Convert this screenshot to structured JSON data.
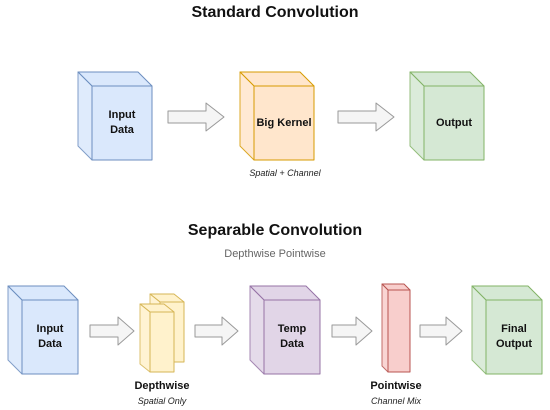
{
  "colors": {
    "input_fill": "#dae8fc",
    "input_stroke": "#6c8ebf",
    "kernel_fill": "#ffe6cc",
    "kernel_stroke": "#d79b00",
    "output_fill": "#d5e8d4",
    "output_stroke": "#82b366",
    "depthwise_fill": "#fff2cc",
    "depthwise_stroke": "#d6b656",
    "temp_fill": "#e1d5e7",
    "temp_stroke": "#9673a6",
    "pointwise_fill": "#f8cecc",
    "pointwise_stroke": "#b85450",
    "arrow_fill": "#f5f5f5",
    "arrow_stroke": "#999999"
  },
  "standard": {
    "title": "Standard Convolution",
    "input_label_line1": "Input",
    "input_label_line2": "Data",
    "kernel_label": "Big Kernel",
    "kernel_caption": "Spatial + Channel",
    "output_label": "Output"
  },
  "separable": {
    "title": "Separable Convolution",
    "subtitle": "Depthwise Pointwise",
    "input_label_line1": "Input",
    "input_label_line2": "Data",
    "depthwise_label": "Depthwise",
    "depthwise_caption": "Spatial Only",
    "temp_label_line1": "Temp",
    "temp_label_line2": "Data",
    "pointwise_label": "Pointwise",
    "pointwise_caption": "Channel Mix",
    "final_label_line1": "Final",
    "final_label_line2": "Output"
  }
}
